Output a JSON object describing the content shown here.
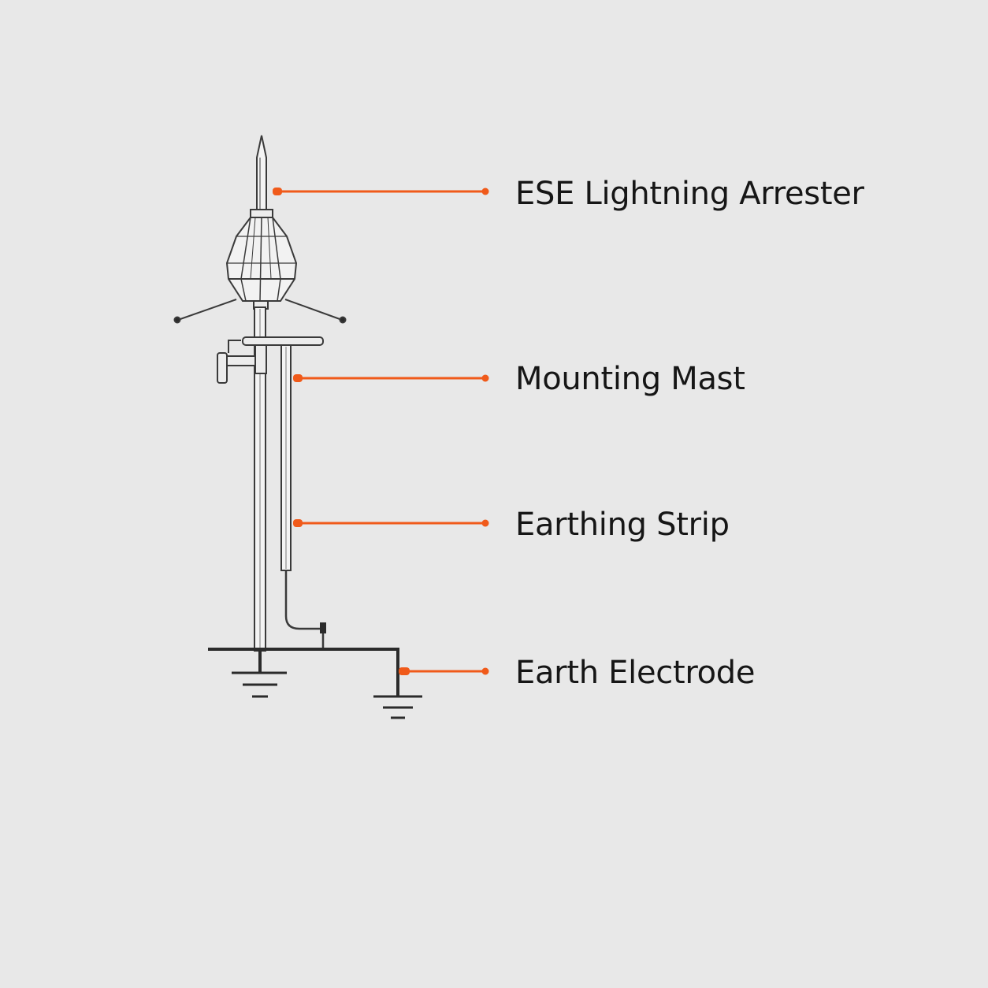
{
  "labels": [
    "ESE Lightning Arrester",
    "Mounting Mast",
    "Earthing Strip",
    "Earth Electrode"
  ],
  "colors": {
    "background": "#e8e8e8",
    "leader": "#f05a1a",
    "ink": "#2b2b2b",
    "text": "#161616"
  }
}
